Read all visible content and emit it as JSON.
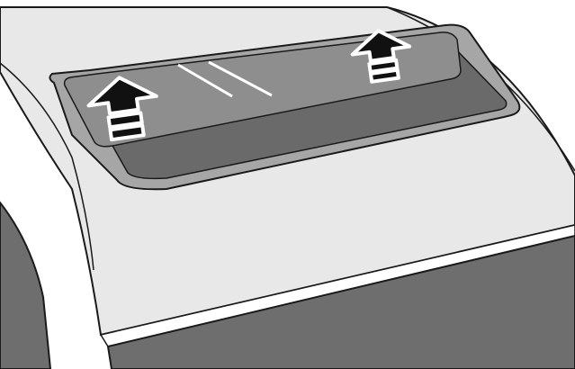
{
  "illustration": {
    "subject": "sunroof-opening-instruction",
    "arrows": [
      {
        "direction": "up",
        "bars": 2
      },
      {
        "direction": "up",
        "bars": 2
      }
    ],
    "colors": {
      "background": "#ffffff",
      "roof": "#e6e6e6",
      "roof_outline": "#1a1a1a",
      "side_panels": "#6e6e6e",
      "sunroof_frame": "#9a9a9a",
      "glass_top": "#8e8e8e",
      "glass_front": "#6a6a6a",
      "arrow_fill": "#111111",
      "arrow_outline": "#ffffff"
    }
  }
}
